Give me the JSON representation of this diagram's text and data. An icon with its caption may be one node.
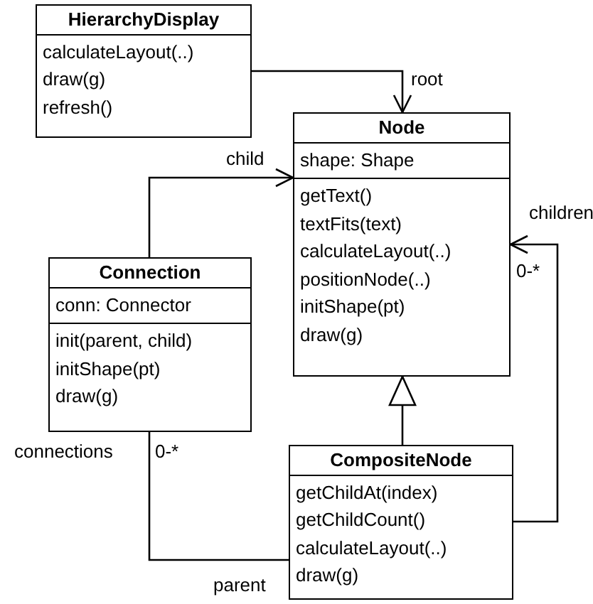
{
  "diagram": {
    "nodes": [
      {
        "text": [
          "HierarchyDisplay",
          "calculateLayout(..)",
          "draw(g)",
          "refresh()"
        ]
      },
      {
        "text": [
          "Node",
          "shape: Shape",
          "getText()",
          "textFits(text)",
          "calculateLayout(..)",
          "positionNode(..)",
          "initShape(pt)",
          "draw(g)"
        ]
      },
      {
        "text": [
          "Connection",
          "conn: Connector",
          "init(parent, child)",
          "initShape(pt)",
          "draw(g)"
        ]
      },
      {
        "text": [
          "CompositeNode",
          "getChildAt(index)",
          "getChildCount()",
          "calculateLayout(..)",
          "draw(g)"
        ]
      }
    ],
    "edges": [
      {
        "from": 0,
        "to": 1,
        "arrow": "to",
        "label": "root"
      },
      {
        "from": 2,
        "to": 1,
        "arrow": "to",
        "label": "child"
      },
      {
        "from": 3,
        "to": 1,
        "arrow": "to"
      },
      {
        "from": 3,
        "to": 1,
        "arrow": "to",
        "label": "children"
      },
      {
        "from": 2,
        "to": 3,
        "arrow": "none",
        "label": "parent"
      }
    ],
    "labels": [
      "0-*",
      "connections",
      "0-*"
    ]
  }
}
